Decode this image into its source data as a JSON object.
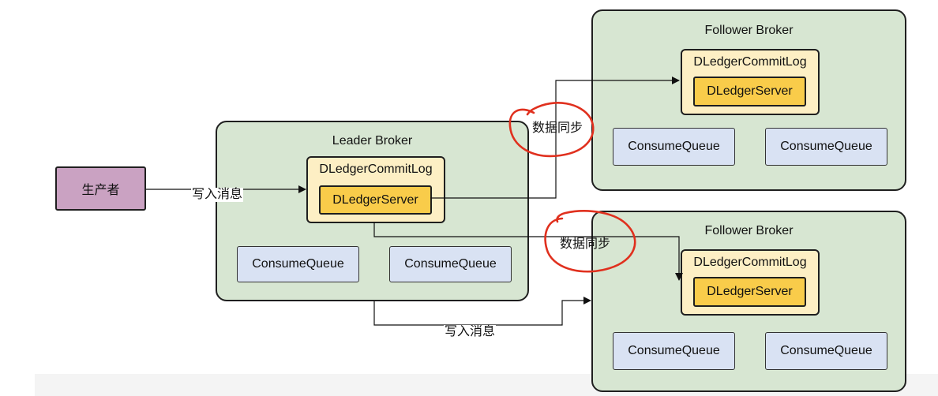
{
  "producer": {
    "label": "生产者"
  },
  "leader": {
    "title": "Leader Broker",
    "commitlog": "DLedgerCommitLog",
    "server": "DLedgerServer",
    "queues": [
      "ConsumeQueue",
      "ConsumeQueue"
    ]
  },
  "follower_top": {
    "title": "Follower Broker",
    "commitlog": "DLedgerCommitLog",
    "server": "DLedgerServer",
    "queues": [
      "ConsumeQueue",
      "ConsumeQueue"
    ]
  },
  "follower_bottom": {
    "title": "Follower Broker",
    "commitlog": "DLedgerCommitLog",
    "server": "DLedgerServer",
    "queues": [
      "ConsumeQueue",
      "ConsumeQueue"
    ]
  },
  "edges": {
    "write_to_leader": "写入消息",
    "sync_top": "数据同步",
    "sync_bottom": "数据同步",
    "write_to_follower": "写入消息"
  },
  "colors": {
    "broker_fill": "#d7e6d2",
    "commitlog_fill": "#fdefc4",
    "server_fill": "#f9cc4a",
    "queue_fill": "#d9e2f3",
    "producer_fill": "#caa2c2",
    "annotation_red": "#e0301e"
  }
}
